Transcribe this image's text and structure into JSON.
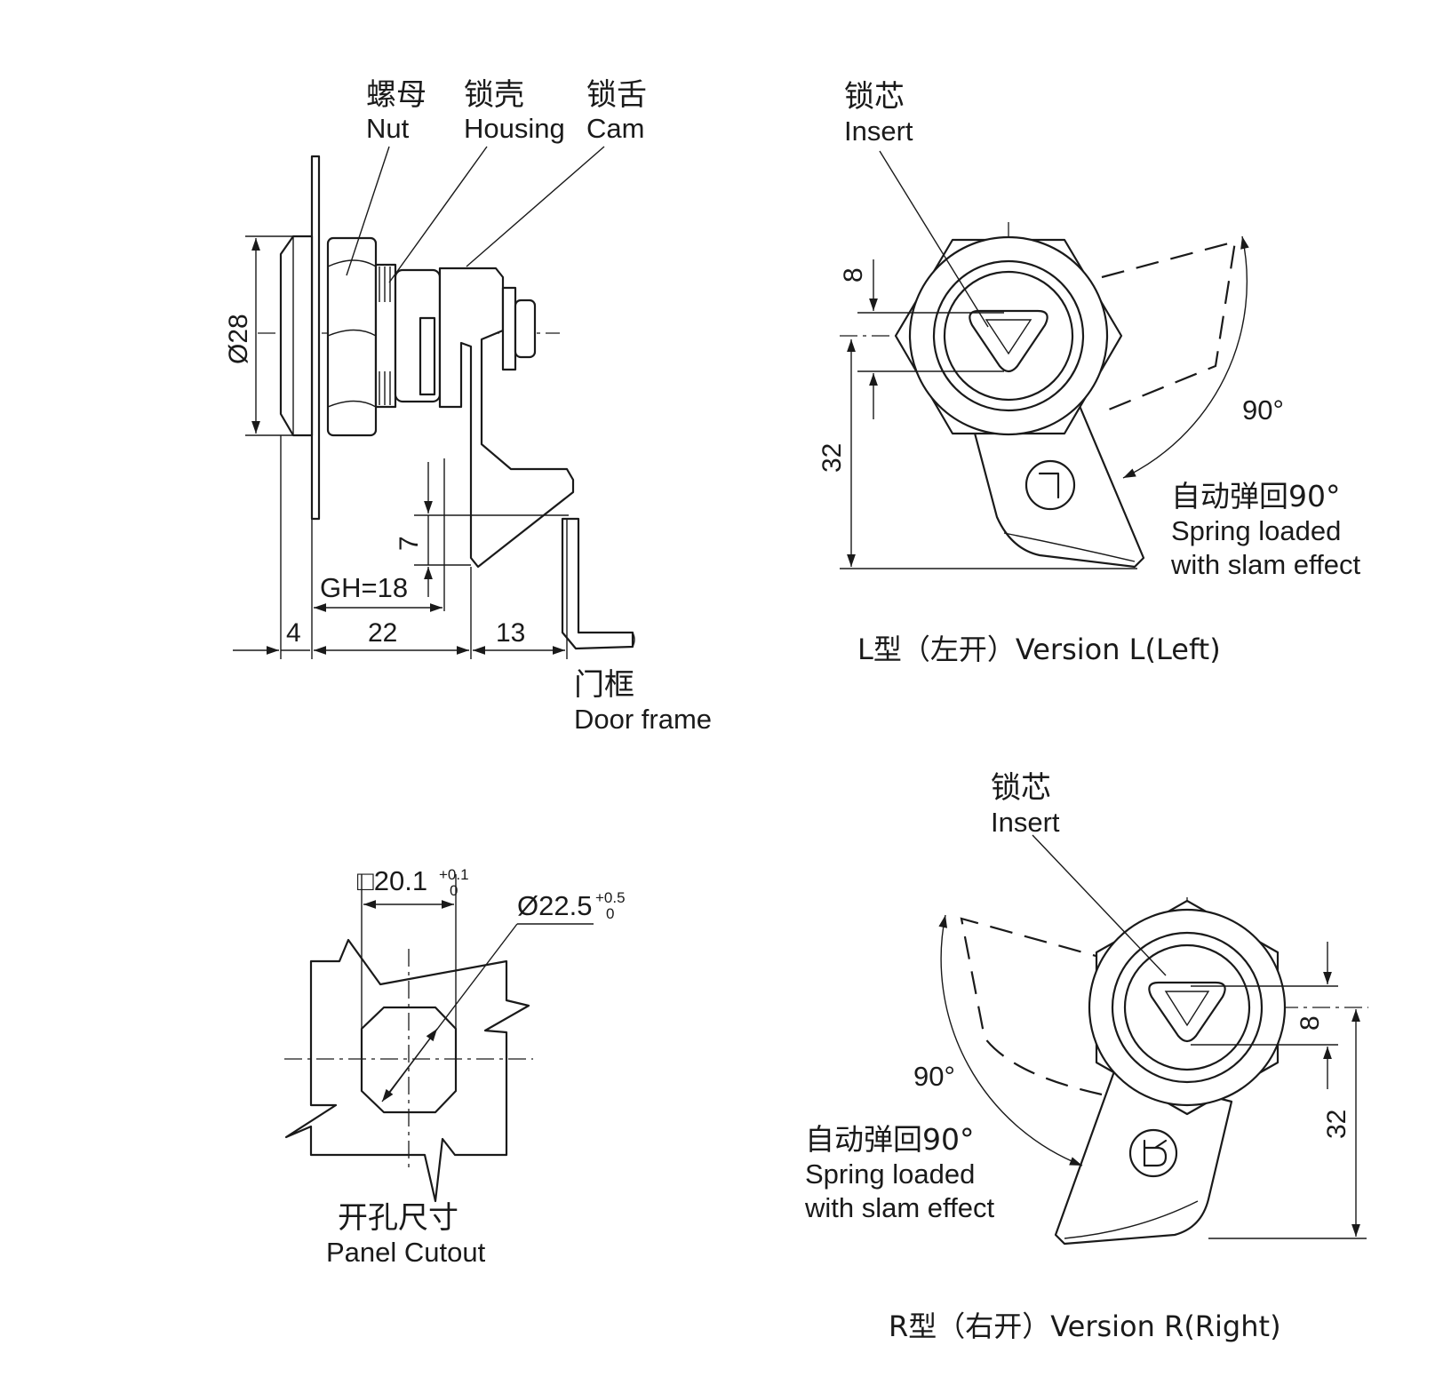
{
  "side_view": {
    "nut_zh": "螺母",
    "nut_en": "Nut",
    "housing_zh": "锁壳",
    "housing_en": "Housing",
    "cam_zh": "锁舌",
    "cam_en": "Cam",
    "dia": "Ø28",
    "gh": "GH=18",
    "dim_7": "7",
    "dim_4": "4",
    "dim_22": "22",
    "dim_13": "13",
    "frame_zh": "门框",
    "frame_en": "Door frame"
  },
  "version_l": {
    "insert_zh": "锁芯",
    "insert_en": "Insert",
    "dim_8": "8",
    "dim_32": "32",
    "angle": "90°",
    "spring_zh": "自动弹回90°",
    "spring_en1": "Spring loaded",
    "spring_en2": "with slam effect",
    "caption": "L型（左开）Version L(Left)"
  },
  "cutout": {
    "square": "□20.1",
    "square_tol_up": "+0.1",
    "square_tol_dn": "0",
    "dia": "Ø22.5",
    "dia_tol_up": "+0.5",
    "dia_tol_dn": "0",
    "caption_zh": "开孔尺寸",
    "caption_en": "Panel Cutout"
  },
  "version_r": {
    "insert_zh": "锁芯",
    "insert_en": "Insert",
    "dim_8": "8",
    "dim_32": "32",
    "angle": "90°",
    "spring_zh": "自动弹回90°",
    "spring_en1": "Spring loaded",
    "spring_en2": "with slam effect",
    "caption": "R型（右开）Version R(Right)"
  }
}
